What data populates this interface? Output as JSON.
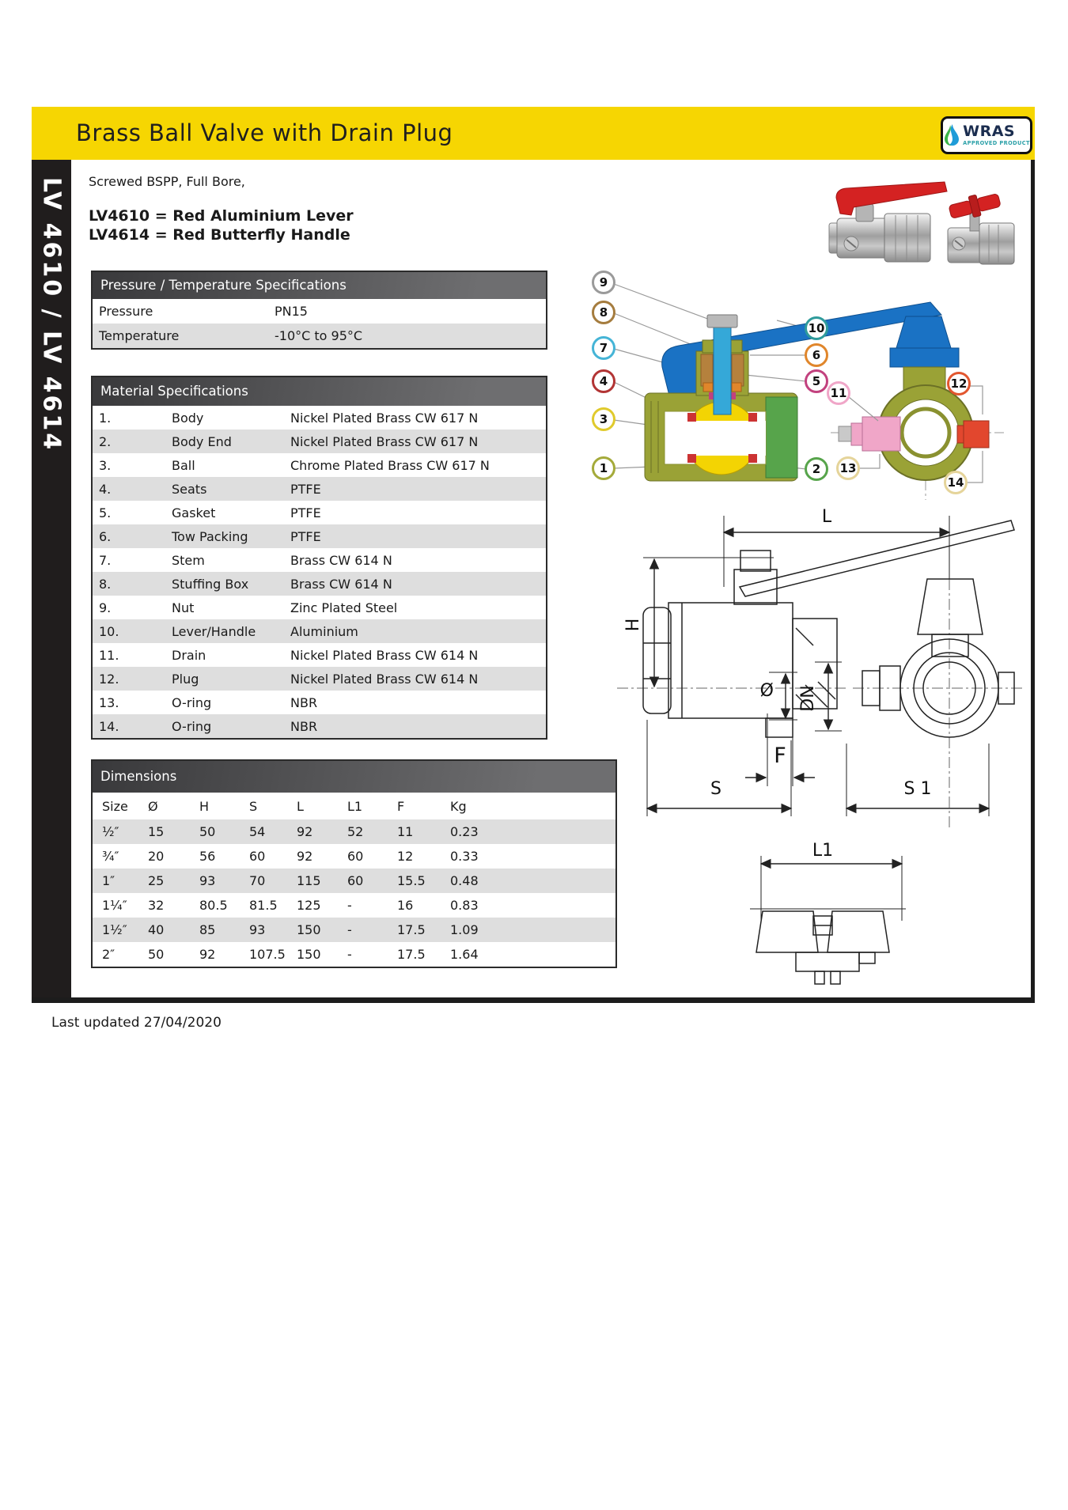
{
  "header": {
    "title": "Brass Ball Valve with Drain Plug",
    "wras_name": "WRAS",
    "wras_subtitle": "APPROVED PRODUCT"
  },
  "sidebar": {
    "label": "LV 4610 / LV 4614"
  },
  "intro": {
    "line1": "Screwed BSPP, Full Bore,",
    "line2": "LV4610 = Red Aluminium Lever",
    "line3": "LV4614 = Red Butterfly Handle"
  },
  "pt": {
    "title": "Pressure / Temperature Specifications",
    "rows": [
      {
        "label": "Pressure",
        "value": "PN15"
      },
      {
        "label": "Temperature",
        "value": "-10°C to 95°C"
      }
    ]
  },
  "materials": {
    "title": "Material Specifications",
    "rows": [
      {
        "num": "1.",
        "name": "Body",
        "material": "Nickel Plated Brass CW 617 N"
      },
      {
        "num": "2.",
        "name": "Body End",
        "material": "Nickel Plated Brass CW 617 N"
      },
      {
        "num": "3.",
        "name": "Ball",
        "material": "Chrome Plated Brass CW 617 N"
      },
      {
        "num": "4.",
        "name": "Seats",
        "material": "PTFE"
      },
      {
        "num": "5.",
        "name": "Gasket",
        "material": "PTFE"
      },
      {
        "num": "6.",
        "name": "Tow Packing",
        "material": "PTFE"
      },
      {
        "num": "7.",
        "name": "Stem",
        "material": "Brass CW 614 N"
      },
      {
        "num": "8.",
        "name": "Stuffing Box",
        "material": "Brass CW 614 N"
      },
      {
        "num": "9.",
        "name": "Nut",
        "material": "Zinc Plated Steel"
      },
      {
        "num": "10.",
        "name": "Lever/Handle",
        "material": "Aluminium"
      },
      {
        "num": "11.",
        "name": "Drain",
        "material": "Nickel Plated Brass CW 614 N"
      },
      {
        "num": "12.",
        "name": "Plug",
        "material": "Nickel Plated Brass CW 614 N"
      },
      {
        "num": "13.",
        "name": "O-ring",
        "material": "NBR"
      },
      {
        "num": "14.",
        "name": "O-ring",
        "material": "NBR"
      }
    ]
  },
  "dimensions": {
    "title": "Dimensions",
    "columns": [
      "Size",
      "Ø",
      "H",
      "S",
      "L",
      "L1",
      "F",
      "Kg"
    ],
    "rows": [
      [
        "½″",
        "15",
        "50",
        "54",
        "92",
        "52",
        "11",
        "0.23"
      ],
      [
        "¾″",
        "20",
        "56",
        "60",
        "92",
        "60",
        "12",
        "0.33"
      ],
      [
        "1″",
        "25",
        "93",
        "70",
        "115",
        "60",
        "15.5",
        "0.48"
      ],
      [
        "1¼″",
        "32",
        "80.5",
        "81.5",
        "125",
        "-",
        "16",
        "0.83"
      ],
      [
        "1½″",
        "40",
        "85",
        "93",
        "150",
        "-",
        "17.5",
        "1.09"
      ],
      [
        "2″",
        "50",
        "92",
        "107.5",
        "150",
        "-",
        "17.5",
        "1.64"
      ]
    ]
  },
  "drawings": {
    "callouts": [
      "1",
      "2",
      "3",
      "4",
      "5",
      "6",
      "7",
      "8",
      "9",
      "10",
      "11",
      "12",
      "13",
      "14"
    ],
    "dim_L": "L",
    "dim_H": "H",
    "dim_dia": "Ø",
    "dim_DN": "DN",
    "dim_F": "F",
    "dim_S": "S",
    "dim_S1": "S 1",
    "dim_L1": "L1"
  },
  "footer": {
    "last_updated": "Last updated 27/04/2020"
  },
  "colors": {
    "brand_yellow": "#f6d602",
    "frame_black": "#201d1d",
    "table_header_grey": "#4a4a4c",
    "row_stripe_grey": "#dedede",
    "handle_red": "#d42222",
    "diagram_body_olive": "#9aa236",
    "diagram_end_green": "#57a44b",
    "diagram_ball_yellow": "#f3d403",
    "diagram_lever_blue": "#1a72c4",
    "diagram_drain_pink": "#f0a6c8",
    "diagram_plug_red": "#e2472e"
  }
}
